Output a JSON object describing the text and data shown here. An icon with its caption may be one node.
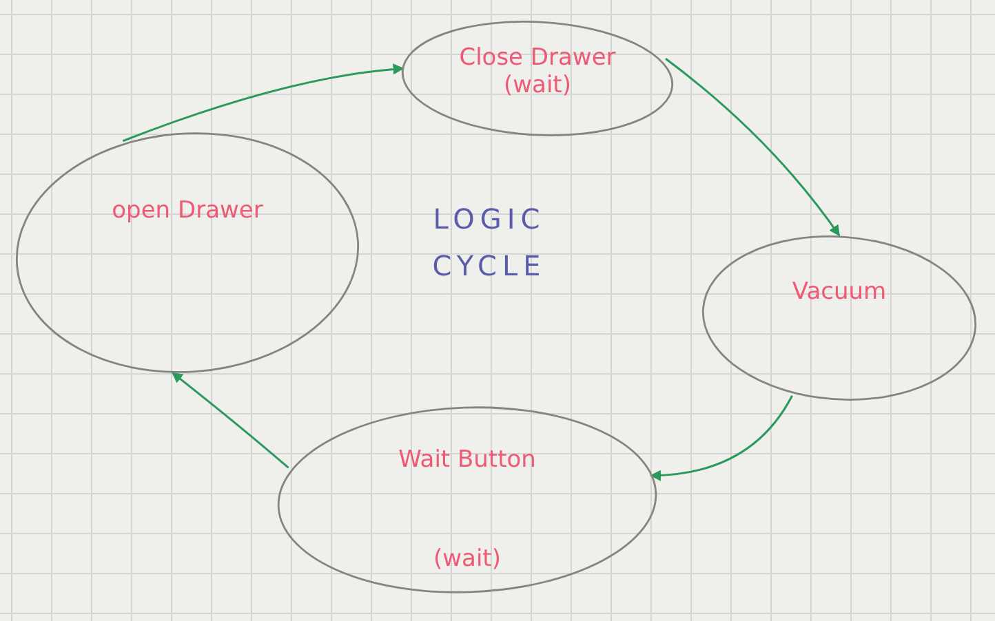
{
  "diagram": {
    "title": "LOGIC CYCLE",
    "nodes": [
      {
        "text": [
          "open Drawer"
        ]
      },
      {
        "text": [
          "Close Drawer",
          "(wait)"
        ]
      },
      {
        "text": [
          "Vacuum"
        ]
      },
      {
        "text": [
          "Wait Button",
          "(wait)"
        ]
      }
    ],
    "edges": [
      {
        "from": 0,
        "to": 1,
        "arrow": "to"
      },
      {
        "from": 1,
        "to": 2,
        "arrow": "to"
      },
      {
        "from": 2,
        "to": 3,
        "arrow": "to"
      },
      {
        "from": 3,
        "to": 0,
        "arrow": "to"
      }
    ]
  }
}
